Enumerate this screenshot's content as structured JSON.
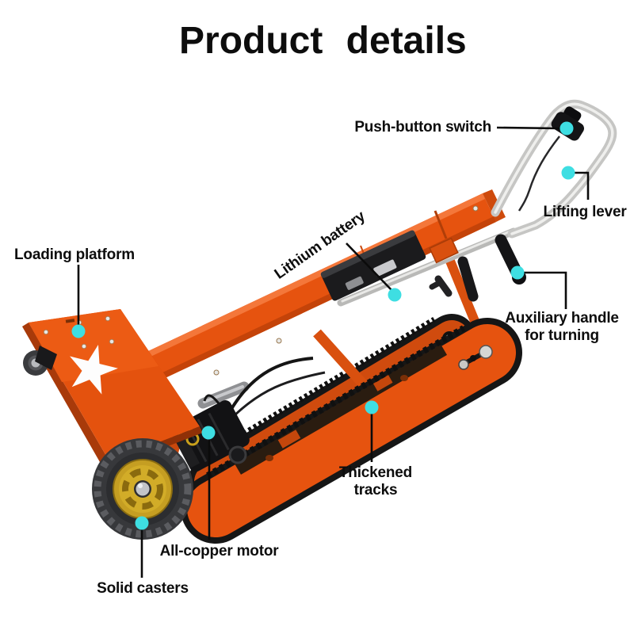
{
  "title": "Product details",
  "colors": {
    "background": "#FFFFFF",
    "accent_dot": "#3EDEE2",
    "callout_line": "#0B0B0B",
    "machine_orange": "#E6530F",
    "machine_orange_dark": "#C44309",
    "belt_black": "#161616",
    "hub_yellow": "#D2AC28",
    "steel_grey": "#C6C6C4",
    "text": "#0D0D0D"
  },
  "callouts": [
    {
      "id": "push-button-switch",
      "label": "Push-button switch"
    },
    {
      "id": "lifting-lever",
      "label": "Lifting lever"
    },
    {
      "id": "lithium-battery",
      "label": "Lithium battery"
    },
    {
      "id": "loading-platform",
      "label": "Loading platform"
    },
    {
      "id": "auxiliary-handle",
      "label": "Auxiliary handle for turning",
      "lines": [
        "Auxiliary handle",
        "for turning"
      ]
    },
    {
      "id": "thickened-tracks",
      "label": "Thickened tracks"
    },
    {
      "id": "all-copper-motor",
      "label": "All-copper motor"
    },
    {
      "id": "solid-casters",
      "label": "Solid casters"
    }
  ]
}
